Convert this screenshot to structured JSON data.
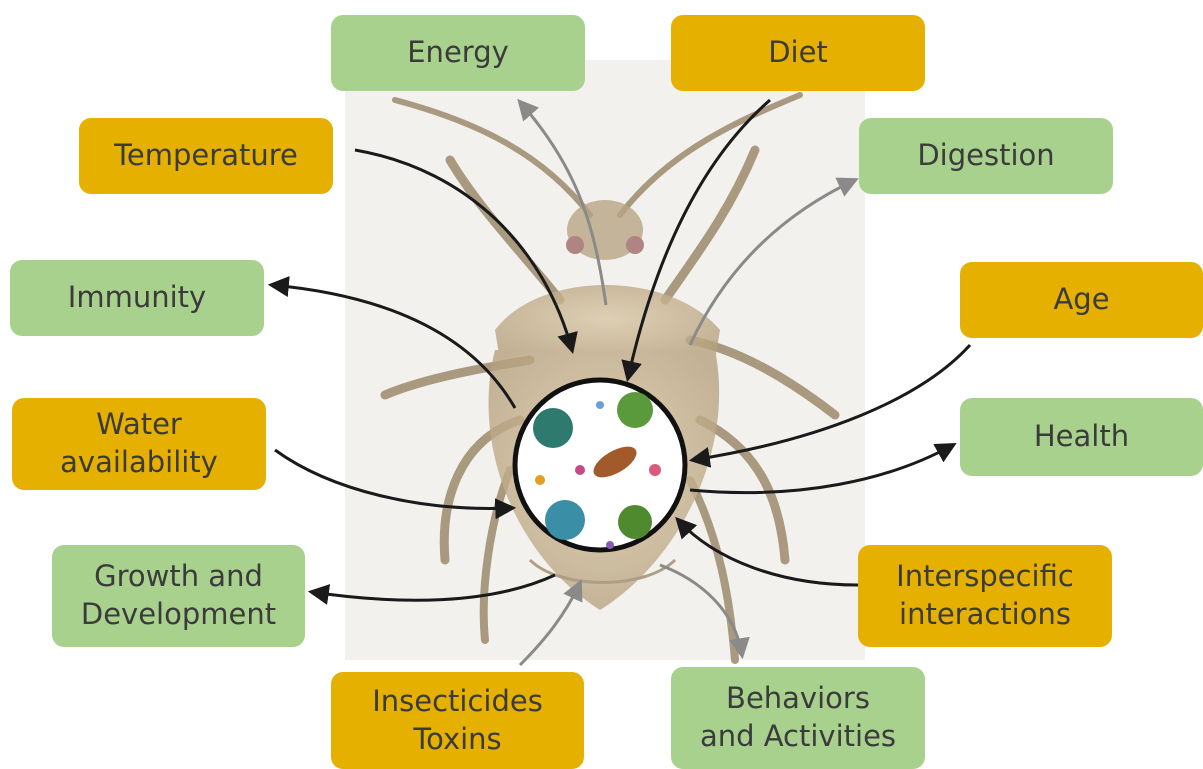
{
  "diagram": {
    "factors": {
      "energy": {
        "lines": [
          "Energy"
        ],
        "kind": "outcome"
      },
      "diet": {
        "lines": [
          "Diet"
        ],
        "kind": "influence"
      },
      "temperature": {
        "lines": [
          "Temperature"
        ],
        "kind": "influence"
      },
      "digestion": {
        "lines": [
          "Digestion"
        ],
        "kind": "outcome"
      },
      "immunity": {
        "lines": [
          "Immunity"
        ],
        "kind": "outcome"
      },
      "age": {
        "lines": [
          "Age"
        ],
        "kind": "influence"
      },
      "water": {
        "lines": [
          "Water",
          "availability"
        ],
        "kind": "influence"
      },
      "health": {
        "lines": [
          "Health"
        ],
        "kind": "outcome"
      },
      "growth": {
        "lines": [
          "Growth and",
          "Development"
        ],
        "kind": "outcome"
      },
      "interspecific": {
        "lines": [
          "Interspecific",
          "interactions"
        ],
        "kind": "influence"
      },
      "insecticides": {
        "lines": [
          "Insecticides",
          "Toxins"
        ],
        "kind": "influence"
      },
      "behaviors": {
        "lines": [
          "Behaviors",
          "and Activities"
        ],
        "kind": "outcome"
      }
    },
    "colors": {
      "outcome_box": "#a9d18e",
      "influence_box": "#e6b000",
      "text": "#3b3b3b",
      "arrow_dark": "#1a1a1a",
      "arrow_grey": "#8a8a8a"
    }
  }
}
